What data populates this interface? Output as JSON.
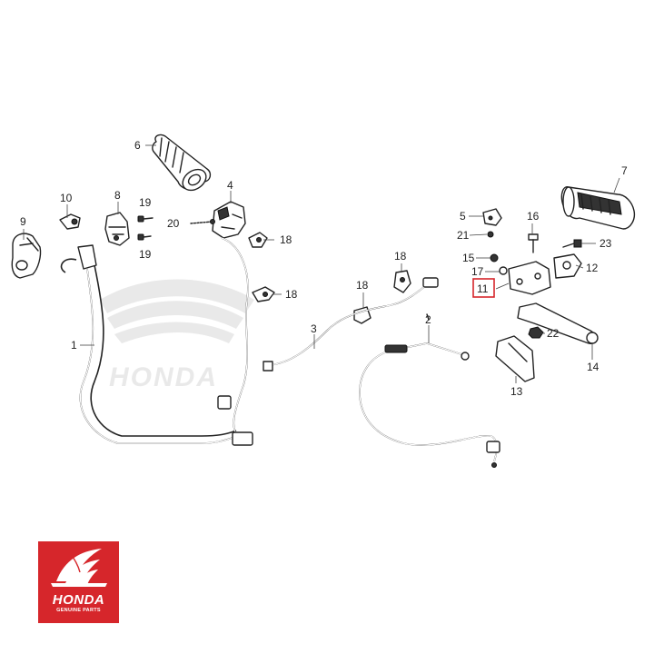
{
  "diagram": {
    "callouts": [
      {
        "id": "c1",
        "label": "1"
      },
      {
        "id": "c2",
        "label": "2"
      },
      {
        "id": "c3",
        "label": "3"
      },
      {
        "id": "c4",
        "label": "4"
      },
      {
        "id": "c5",
        "label": "5"
      },
      {
        "id": "c6",
        "label": "6"
      },
      {
        "id": "c7",
        "label": "7"
      },
      {
        "id": "c8",
        "label": "8"
      },
      {
        "id": "c9",
        "label": "9"
      },
      {
        "id": "c10",
        "label": "10"
      },
      {
        "id": "c11",
        "label": "11"
      },
      {
        "id": "c12",
        "label": "12"
      },
      {
        "id": "c13",
        "label": "13"
      },
      {
        "id": "c14",
        "label": "14"
      },
      {
        "id": "c15",
        "label": "15"
      },
      {
        "id": "c16",
        "label": "16"
      },
      {
        "id": "c17",
        "label": "17"
      },
      {
        "id": "c18a",
        "label": "18"
      },
      {
        "id": "c18b",
        "label": "18"
      },
      {
        "id": "c18c",
        "label": "18"
      },
      {
        "id": "c18d",
        "label": "18"
      },
      {
        "id": "c19a",
        "label": "19"
      },
      {
        "id": "c19b",
        "label": "19"
      },
      {
        "id": "c20",
        "label": "20"
      },
      {
        "id": "c21",
        "label": "21"
      },
      {
        "id": "c22",
        "label": "22"
      },
      {
        "id": "c23",
        "label": "23"
      }
    ],
    "highlighted_callout": "11",
    "highlight_color": "#d6262b",
    "watermark": "HONDA"
  },
  "logo": {
    "brand": "HONDA",
    "subtitle": "GENUINE PARTS",
    "background_color": "#d6262b",
    "icon": "honda-wing-icon"
  }
}
